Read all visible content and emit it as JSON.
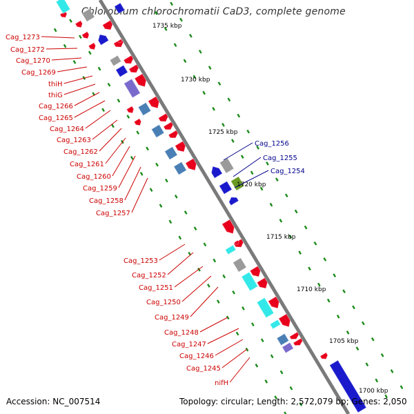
{
  "title": "Chlorobium chlorochromatii CaD3, complete genome",
  "footer": {
    "accession": "Accession: NC_007514",
    "topology": "Topology: circular; Length: 2,572,079 bp; Genes: 2,050"
  },
  "colors": {
    "forward": "#e8001c",
    "reverse": "#1a1acc",
    "rna": "#33e8e8",
    "pseudo": "#7a6acc",
    "other": "#4a7fb5",
    "unknown": "#9a9a9a",
    "misc": "#6a9a22",
    "backbone": "#7a7a7a",
    "tick": "#1a8a1a",
    "label_left": "#cc0000",
    "label_right": "#00008b"
  },
  "scale_labels": [
    "1735 kbp",
    "1730 kbp",
    "1725 kbp",
    "1720 kbp",
    "1715 kbp",
    "1710 kbp",
    "1705 kbp",
    "1700 kbp"
  ],
  "left_labels": [
    "Cag_1273",
    "Cag_1272",
    "Cag_1270",
    "Cag_1269",
    "thiH",
    "thiG",
    "Cag_1266",
    "Cag_1265",
    "Cag_1264",
    "Cag_1263",
    "Cag_1262",
    "Cag_1261",
    "Cag_1260",
    "Cag_1259",
    "Cag_1258",
    "Cag_1257",
    "Cag_1253",
    "Cag_1252",
    "Cag_1251",
    "Cag_1250",
    "Cag_1249",
    "Cag_1248",
    "Cag_1247",
    "Cag_1246",
    "Cag_1245",
    "nifH"
  ],
  "right_labels": [
    "Cag_1256",
    "Cag_1255",
    "Cag_1254"
  ]
}
